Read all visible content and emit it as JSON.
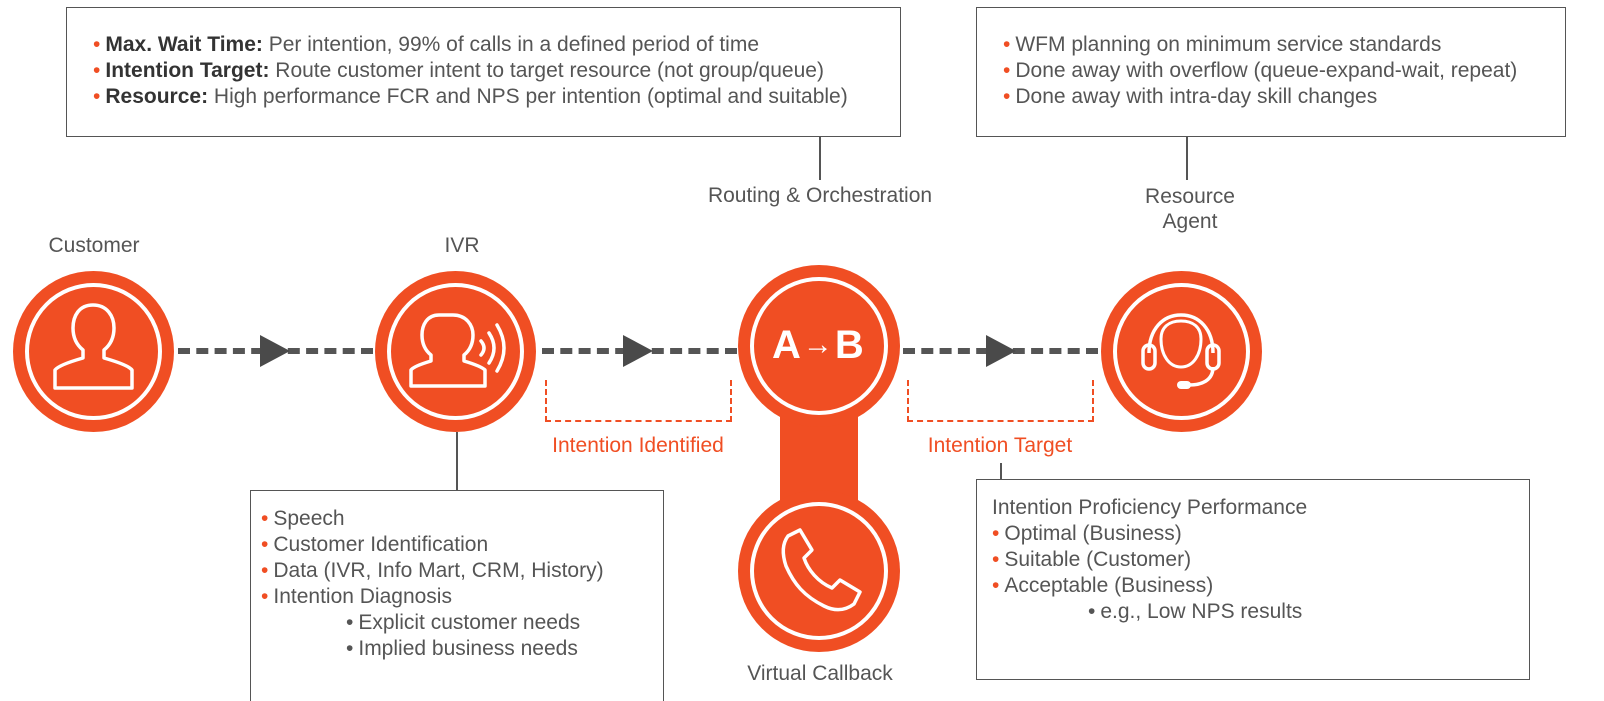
{
  "top_left_box": {
    "items": [
      {
        "bullet": "•",
        "bold": "Max. Wait Time:",
        "text": " Per intention, 99% of calls in a defined period of time"
      },
      {
        "bullet": "•",
        "bold": "Intention Target:",
        "text": " Route customer intent to target resource (not group/queue)"
      },
      {
        "bullet": "•",
        "bold": "Resource:",
        "text": " High performance FCR and NPS per intention (optimal and suitable)"
      }
    ]
  },
  "top_right_box": {
    "items": [
      {
        "bullet": "•",
        "text": "WFM planning on minimum service standards"
      },
      {
        "bullet": "•",
        "text": "Done away with overflow (queue-expand-wait, repeat)"
      },
      {
        "bullet": "•",
        "text": "Done away with intra-day skill changes"
      }
    ]
  },
  "labels": {
    "routing": "Routing & Orchestration",
    "resource_line1": "Resource",
    "resource_line2": "Agent",
    "customer": "Customer",
    "ivr": "IVR",
    "intention_identified": "Intention Identified",
    "intention_target": "Intention Target",
    "virtual_callback": "Virtual Callback",
    "ab_a": "A",
    "ab_arrow": "→",
    "ab_b": "B"
  },
  "bottom_left_box": {
    "items": [
      {
        "bullet": "•",
        "text": "Speech",
        "indent": false
      },
      {
        "bullet": "•",
        "text": "Customer Identification",
        "indent": false
      },
      {
        "bullet": "•",
        "text": "Data (IVR, Info Mart, CRM, History)",
        "indent": false
      },
      {
        "bullet": "•",
        "text": "Intention Diagnosis",
        "indent": false
      },
      {
        "bullet": "•",
        "text": "Explicit customer needs",
        "indent": true
      },
      {
        "bullet": "•",
        "text": "Implied business needs",
        "indent": true
      }
    ]
  },
  "bottom_right_box": {
    "heading": "Intention Proficiency Performance",
    "items": [
      {
        "bullet": "•",
        "text": "Optimal (Business)",
        "indent": false
      },
      {
        "bullet": "•",
        "text": "Suitable (Customer)",
        "indent": false
      },
      {
        "bullet": "•",
        "text": "Acceptable (Business)",
        "indent": false
      },
      {
        "bullet": "•",
        "text": "e.g., Low NPS results",
        "indent": true
      }
    ]
  },
  "colors": {
    "accent": "#f04e23",
    "text": "#555555",
    "arrow": "#4a4a4a"
  },
  "icons": [
    "person-icon",
    "ivr-speaking-icon",
    "phone-icon",
    "headset-icon"
  ]
}
